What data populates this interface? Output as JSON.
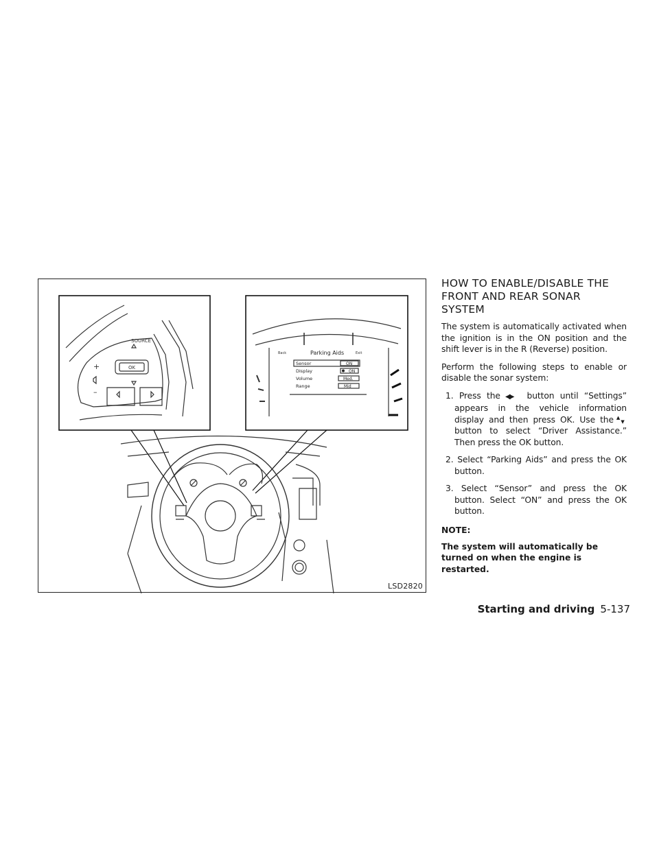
{
  "figure": {
    "id_label": "LSD2820",
    "left_inset": {
      "source_label": "SOURCE",
      "ok_label": "OK",
      "plus_label": "+",
      "minus_label": "–"
    },
    "right_inset": {
      "back_label": "Back",
      "exit_label": "Exit",
      "screen_title": "Parking Aids",
      "rows": [
        {
          "label": "Sensor",
          "value": "ON"
        },
        {
          "label": "Display",
          "value": "ON"
        },
        {
          "label": "Volume",
          "value": "Med."
        },
        {
          "label": "Range",
          "value": "Mid"
        }
      ]
    }
  },
  "heading": "HOW TO ENABLE/DISABLE THE FRONT AND REAR SONAR SYSTEM",
  "para1": "The system is automatically activated when the ignition is in the ON position and the shift lever is in the R (Reverse) position.",
  "para2": "Perform the following steps to enable or disable the sonar system:",
  "step1": {
    "a": "1. Press the",
    "icon_lr": "◀▶",
    "b": "button until “Settings” appears in the vehicle information display and then press OK. Use the",
    "icon_up": "▲",
    "icon_down": "▼",
    "c": "button to select “Driver Assistance.” Then press the OK button."
  },
  "step2": "2. Select “Parking Aids” and press the OK button.",
  "step3": "3. Select “Sensor” and press the OK button. Select “ON” and press the OK button.",
  "note_heading": "NOTE:",
  "note_body": "The system will automatically be turned on when the engine is restarted.",
  "footer": {
    "section": "Starting and driving",
    "page": "5-137"
  }
}
